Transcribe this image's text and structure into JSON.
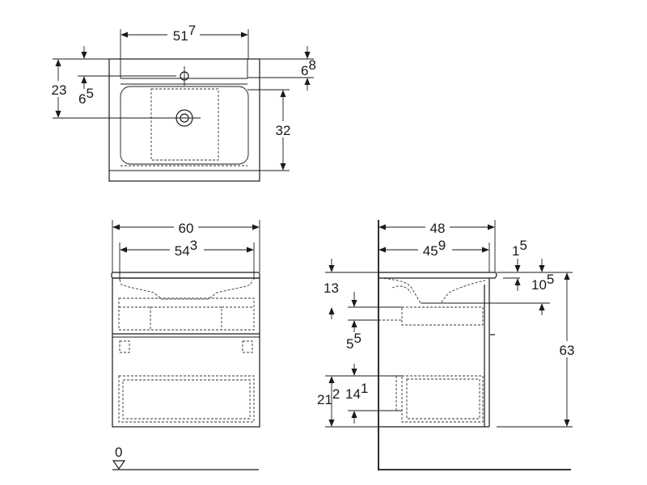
{
  "dimensions": {
    "top_width": {
      "main": "51",
      "sup": "7"
    },
    "top_rim": {
      "main": "6",
      "sup": "8"
    },
    "top_depth": {
      "main": "23",
      "sup": ""
    },
    "top_tap_offset": {
      "main": "6",
      "sup": "5"
    },
    "top_bowl_depth": {
      "main": "32",
      "sup": ""
    },
    "front_overall_width": {
      "main": "60",
      "sup": ""
    },
    "front_inner_width": {
      "main": "54",
      "sup": "3"
    },
    "side_depth": {
      "main": "48",
      "sup": ""
    },
    "side_inner_depth": {
      "main": "45",
      "sup": "9"
    },
    "side_top_offset": {
      "main": "1",
      "sup": "5"
    },
    "side_basin_height": {
      "main": "10",
      "sup": "5"
    },
    "side_drawer_gap": {
      "main": "13",
      "sup": ""
    },
    "side_upper_front": {
      "main": "5",
      "sup": "5"
    },
    "side_total_height": {
      "main": "63",
      "sup": ""
    },
    "side_lower_outer": {
      "main": "21",
      "sup": "2"
    },
    "side_lower_inner": {
      "main": "14",
      "sup": "1"
    },
    "floor_level": {
      "main": "0",
      "sup": ""
    }
  }
}
